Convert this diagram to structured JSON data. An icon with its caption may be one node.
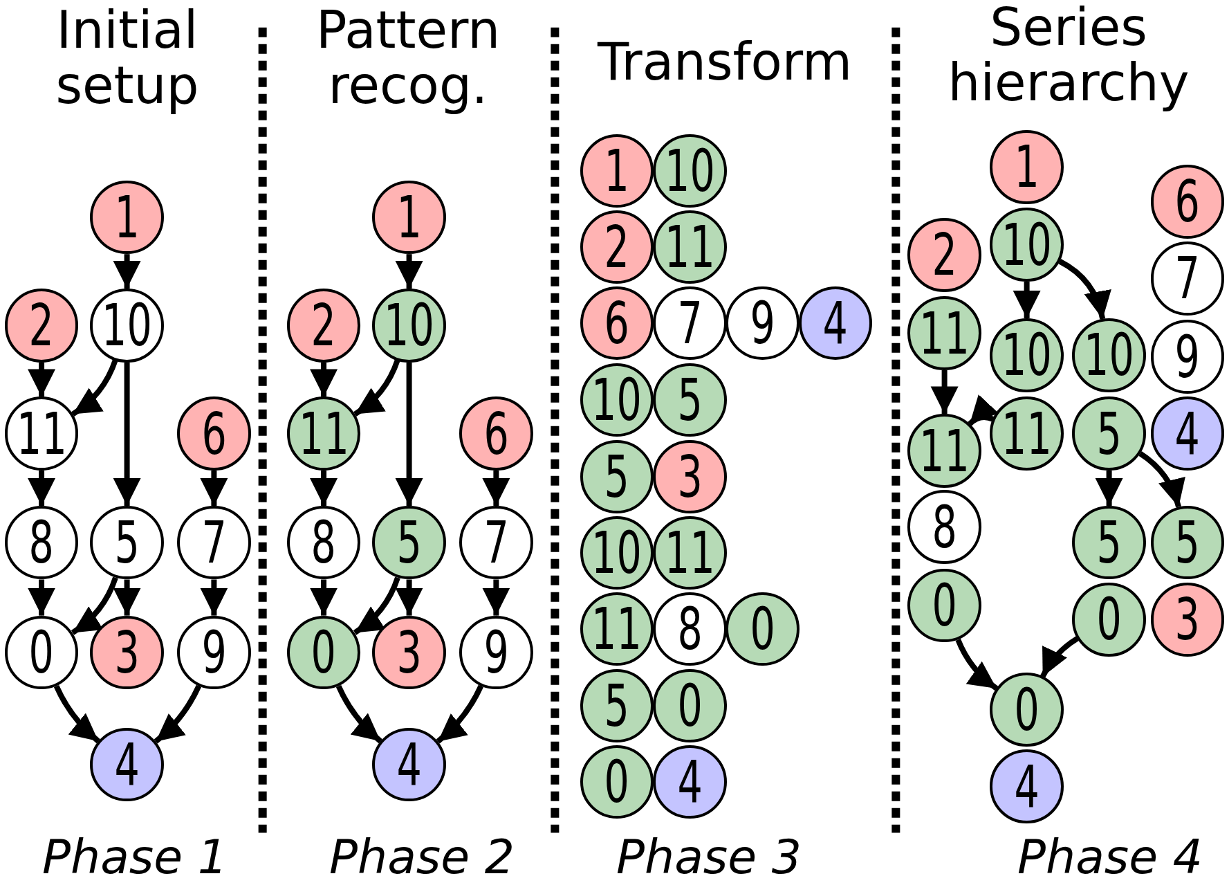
{
  "diagram": {
    "nodes": [
      {
        "text": [
          "1"
        ]
      },
      {
        "text": [
          "2"
        ]
      },
      {
        "text": [
          "10"
        ]
      },
      {
        "text": [
          "11"
        ]
      },
      {
        "text": [
          "6"
        ]
      },
      {
        "text": [
          "8"
        ]
      },
      {
        "text": [
          "5"
        ]
      },
      {
        "text": [
          "7"
        ]
      },
      {
        "text": [
          "0"
        ]
      },
      {
        "text": [
          "3"
        ]
      },
      {
        "text": [
          "9"
        ]
      },
      {
        "text": [
          "4"
        ]
      },
      {
        "text": [
          "1"
        ]
      },
      {
        "text": [
          "2"
        ]
      },
      {
        "text": [
          "10"
        ]
      },
      {
        "text": [
          "11"
        ]
      },
      {
        "text": [
          "6"
        ]
      },
      {
        "text": [
          "8"
        ]
      },
      {
        "text": [
          "5"
        ]
      },
      {
        "text": [
          "7"
        ]
      },
      {
        "text": [
          "0"
        ]
      },
      {
        "text": [
          "3"
        ]
      },
      {
        "text": [
          "9"
        ]
      },
      {
        "text": [
          "4"
        ]
      },
      {
        "text": [
          "1"
        ]
      },
      {
        "text": [
          "10"
        ]
      },
      {
        "text": [
          "2"
        ]
      },
      {
        "text": [
          "11"
        ]
      },
      {
        "text": [
          "6"
        ]
      },
      {
        "text": [
          "7"
        ]
      },
      {
        "text": [
          "9"
        ]
      },
      {
        "text": [
          "4"
        ]
      },
      {
        "text": [
          "10"
        ]
      },
      {
        "text": [
          "5"
        ]
      },
      {
        "text": [
          "5"
        ]
      },
      {
        "text": [
          "3"
        ]
      },
      {
        "text": [
          "10"
        ]
      },
      {
        "text": [
          "11"
        ]
      },
      {
        "text": [
          "11"
        ]
      },
      {
        "text": [
          "8"
        ]
      },
      {
        "text": [
          "0"
        ]
      },
      {
        "text": [
          "5"
        ]
      },
      {
        "text": [
          "0"
        ]
      },
      {
        "text": [
          "0"
        ]
      },
      {
        "text": [
          "4"
        ]
      },
      {
        "text": [
          "1"
        ]
      },
      {
        "text": [
          "6"
        ]
      },
      {
        "text": [
          "10"
        ]
      },
      {
        "text": [
          "2"
        ]
      },
      {
        "text": [
          "7"
        ]
      },
      {
        "text": [
          "11"
        ]
      },
      {
        "text": [
          "10"
        ]
      },
      {
        "text": [
          "10"
        ]
      },
      {
        "text": [
          "9"
        ]
      },
      {
        "text": [
          "11"
        ]
      },
      {
        "text": [
          "5"
        ]
      },
      {
        "text": [
          "4"
        ]
      },
      {
        "text": [
          "11"
        ]
      },
      {
        "text": [
          "8"
        ]
      },
      {
        "text": [
          "5"
        ]
      },
      {
        "text": [
          "5"
        ]
      },
      {
        "text": [
          "0"
        ]
      },
      {
        "text": [
          "0"
        ]
      },
      {
        "text": [
          "3"
        ]
      },
      {
        "text": [
          "0"
        ]
      },
      {
        "text": [
          "4"
        ]
      }
    ],
    "edges": [
      {
        "from": 0,
        "to": 2,
        "arrow": "to"
      },
      {
        "from": 1,
        "to": 3,
        "arrow": "to"
      },
      {
        "from": 2,
        "to": 3,
        "arrow": "to"
      },
      {
        "from": 2,
        "to": 6,
        "arrow": "to"
      },
      {
        "from": 4,
        "to": 7,
        "arrow": "to"
      },
      {
        "from": 3,
        "to": 5,
        "arrow": "to"
      },
      {
        "from": 5,
        "to": 8,
        "arrow": "to"
      },
      {
        "from": 6,
        "to": 8,
        "arrow": "to"
      },
      {
        "from": 6,
        "to": 9,
        "arrow": "to"
      },
      {
        "from": 7,
        "to": 10,
        "arrow": "to"
      },
      {
        "from": 8,
        "to": 11,
        "arrow": "to"
      },
      {
        "from": 10,
        "to": 11,
        "arrow": "to"
      },
      {
        "from": 12,
        "to": 14,
        "arrow": "to"
      },
      {
        "from": 13,
        "to": 15,
        "arrow": "to"
      },
      {
        "from": 14,
        "to": 15,
        "arrow": "to"
      },
      {
        "from": 14,
        "to": 18,
        "arrow": "to"
      },
      {
        "from": 16,
        "to": 19,
        "arrow": "to"
      },
      {
        "from": 15,
        "to": 17,
        "arrow": "to"
      },
      {
        "from": 17,
        "to": 20,
        "arrow": "to"
      },
      {
        "from": 18,
        "to": 20,
        "arrow": "to"
      },
      {
        "from": 18,
        "to": 21,
        "arrow": "to"
      },
      {
        "from": 19,
        "to": 22,
        "arrow": "to"
      },
      {
        "from": 20,
        "to": 23,
        "arrow": "to"
      },
      {
        "from": 22,
        "to": 23,
        "arrow": "to"
      },
      {
        "from": 47,
        "to": 51,
        "arrow": "to"
      },
      {
        "from": 47,
        "to": 52,
        "arrow": "to"
      },
      {
        "from": 50,
        "to": 57,
        "arrow": "to"
      },
      {
        "from": 54,
        "to": 57,
        "arrow": "to"
      },
      {
        "from": 55,
        "to": 59,
        "arrow": "to"
      },
      {
        "from": 55,
        "to": 60,
        "arrow": "to"
      },
      {
        "from": 61,
        "to": 64,
        "arrow": "to"
      },
      {
        "from": 62,
        "to": 64,
        "arrow": "to"
      }
    ],
    "labels": [
      "Initial setup",
      "Pattern recog.",
      "Transform",
      "Series hierarchy",
      "Phase 1",
      "Phase 2",
      "Phase 3",
      "Phase 4"
    ]
  }
}
